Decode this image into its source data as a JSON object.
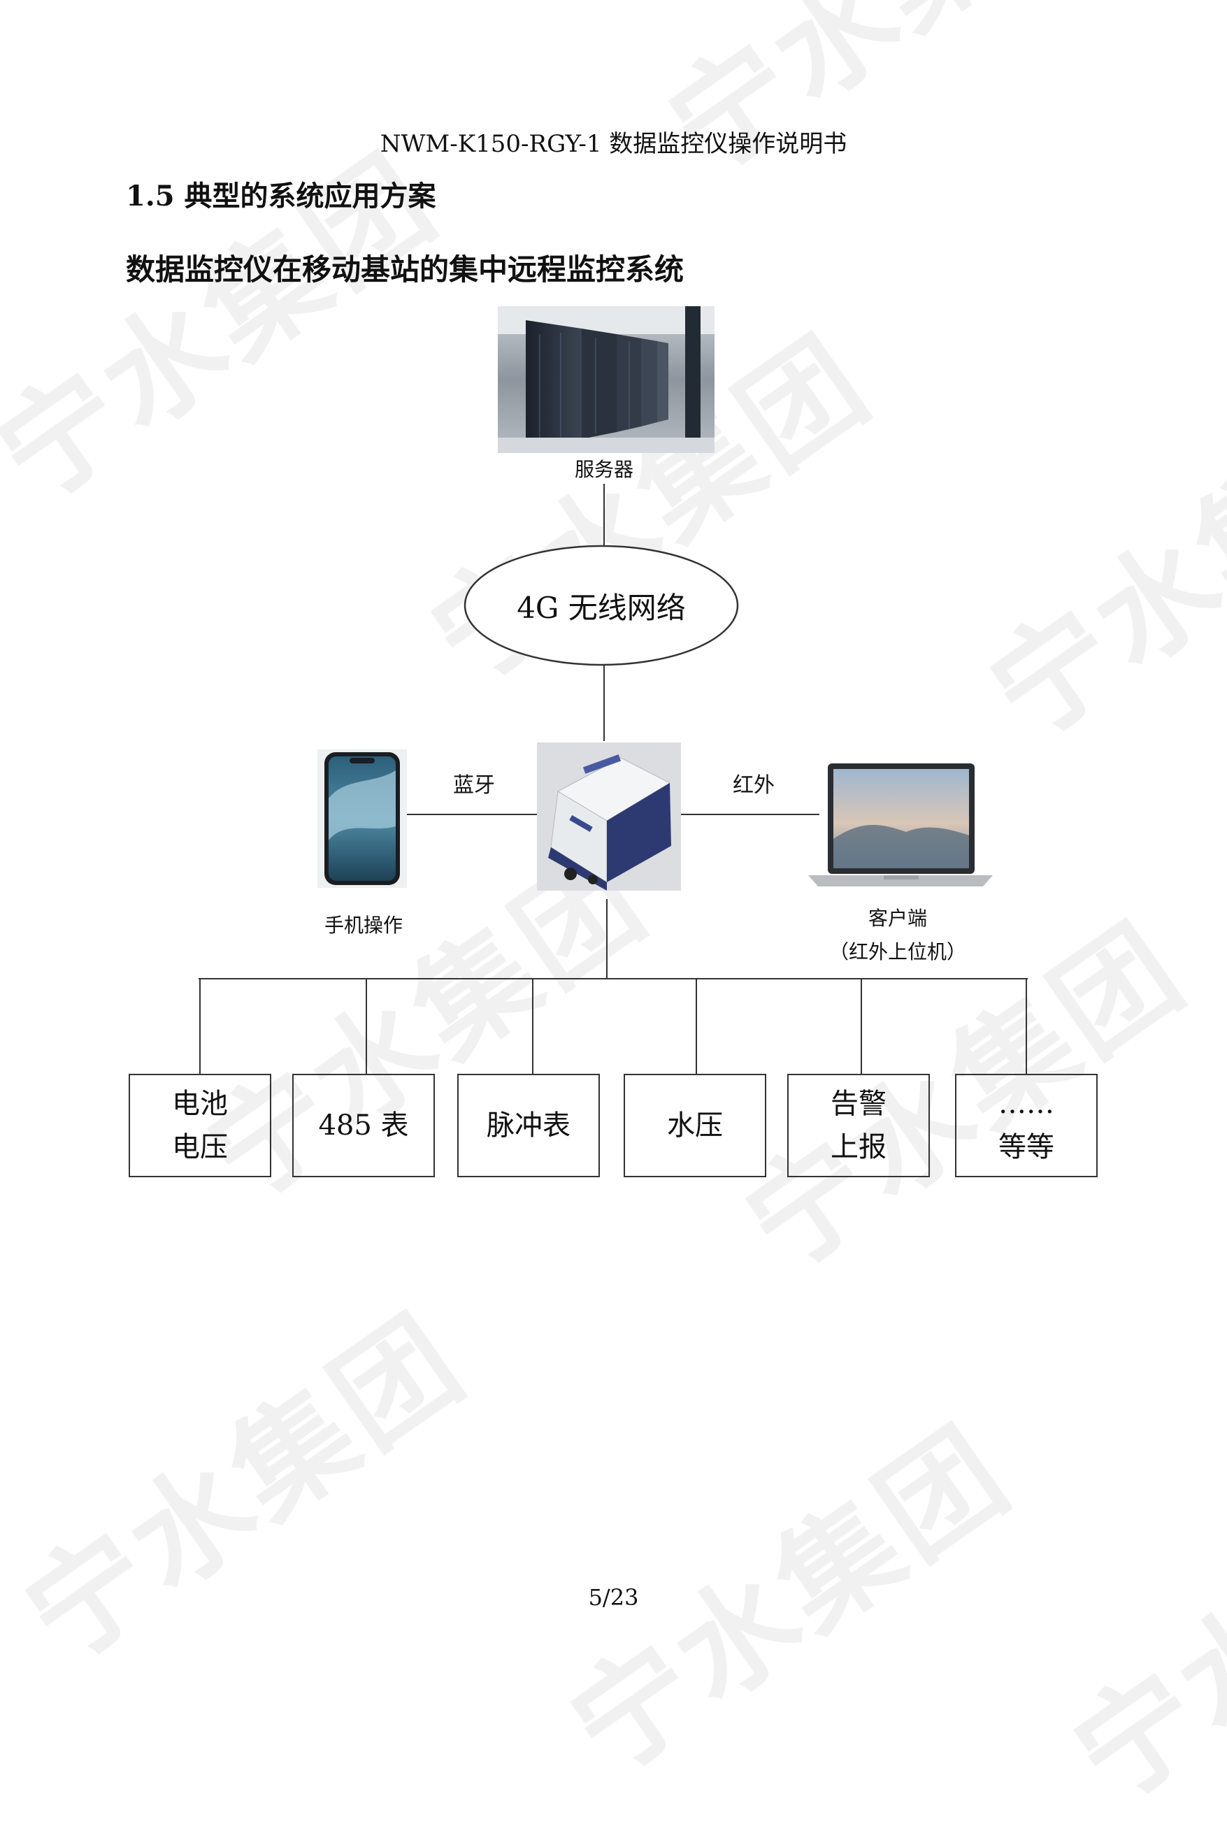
{
  "header": {
    "title": "NWM-K150-RGY-1 数据监控仪操作说明书"
  },
  "section": {
    "heading": "1.5  典型的系统应用方案"
  },
  "diagram": {
    "title": "数据监控仪在移动基站的集中远程监控系统",
    "server_label": "服务器",
    "network_label": "4G 无线网络",
    "bluetooth_label": "蓝牙",
    "infrared_label": "红外",
    "phone_label": "手机操作",
    "client_label": "客户端",
    "client_sublabel": "（红外上位机）",
    "boxes": [
      {
        "text": "电池\n电压"
      },
      {
        "text": "485 表"
      },
      {
        "text": "脉冲表"
      },
      {
        "text": "水压"
      },
      {
        "text": "告警\n上报"
      },
      {
        "text": "……\n等等"
      }
    ]
  },
  "watermark": {
    "text": "宁水集团"
  },
  "footer": {
    "page": "5/23"
  }
}
